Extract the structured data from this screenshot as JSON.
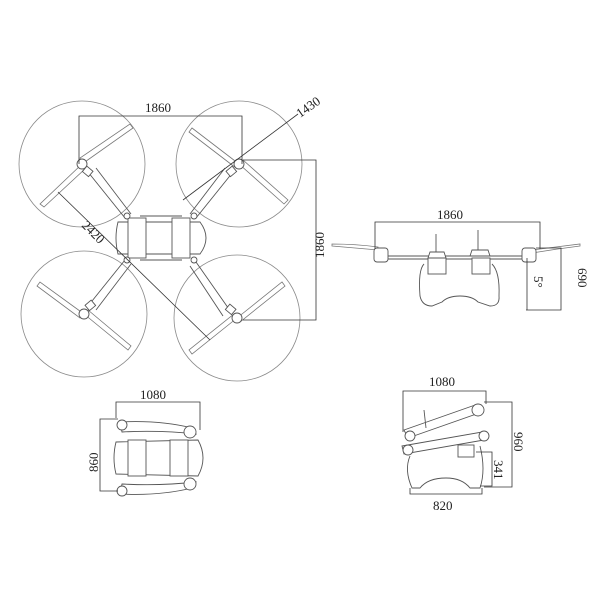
{
  "drawing": {
    "top_view": {
      "span_label": "1860",
      "height_label": "1860",
      "diagonal_label": "2420",
      "prop_diameter_label": "1430"
    },
    "side_view": {
      "width_label": "1860",
      "height_label": "690",
      "angle_label": "5°"
    },
    "folded_top_view": {
      "width_label": "1080",
      "height_label": "860"
    },
    "folded_side_view": {
      "width_label": "1080",
      "height_label": "960",
      "gear_height_label": "341",
      "gear_width_label": "820"
    }
  }
}
